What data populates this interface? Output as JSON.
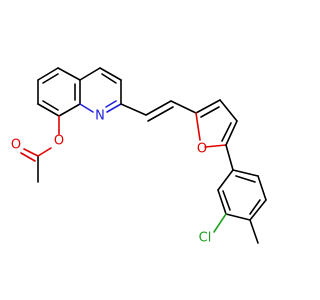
{
  "molecule": {
    "atom_labels": {
      "n1": "N",
      "o_ester": "O",
      "o_carbonyl": "O",
      "o_furan": "O",
      "cl": "Cl"
    },
    "colors": {
      "carbon": "#000000",
      "nitrogen": "#2020e0",
      "oxygen": "#e00000",
      "chlorine": "#20a020"
    }
  }
}
